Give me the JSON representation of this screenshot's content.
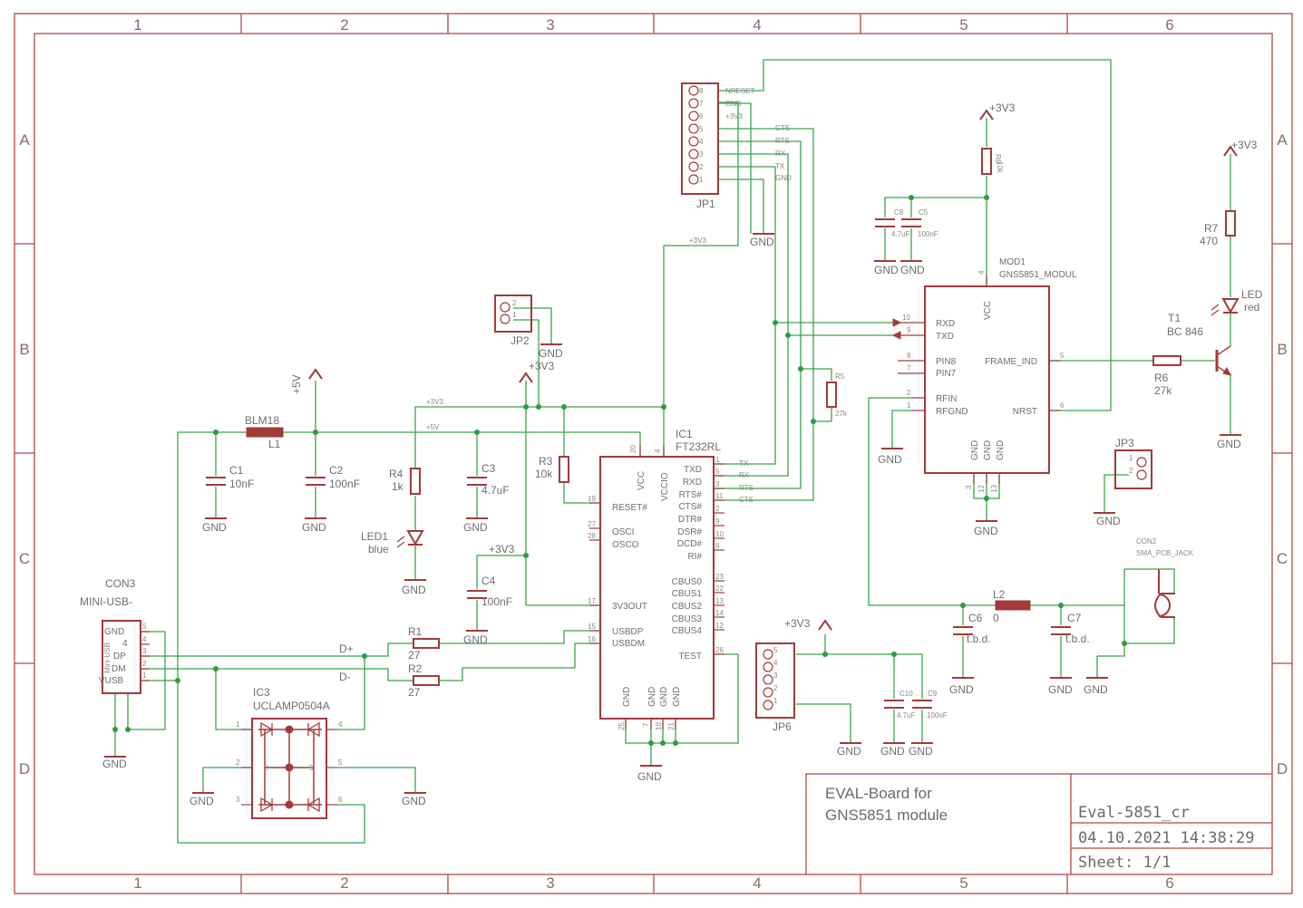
{
  "frame": {
    "columns": [
      "1",
      "2",
      "3",
      "4",
      "5",
      "6"
    ],
    "rows": [
      "A",
      "B",
      "C",
      "D"
    ]
  },
  "title_block": {
    "description_line1": "EVAL-Board for",
    "description_line2": "GNS5851 module",
    "drawing_name": "Eval-5851_cr",
    "date": "04.10.2021 14:38:29",
    "sheet": "Sheet: 1/1"
  },
  "power": {
    "plus_3v3": "+3V3",
    "plus_5v": "+5V",
    "gnd": "GND"
  },
  "components": {
    "jp1": {
      "ref": "JP1",
      "pins": [
        "8",
        "7",
        "6",
        "5",
        "4",
        "3",
        "2",
        "1"
      ],
      "nets": [
        "NRESET",
        "GND",
        "+3V3",
        "CTS",
        "RTS",
        "RX",
        "TX",
        "GND"
      ]
    },
    "jp2": {
      "ref": "JP2",
      "pins": [
        "2",
        "1"
      ]
    },
    "jp3": {
      "ref": "JP3",
      "pins": [
        "1",
        "2"
      ]
    },
    "jp6": {
      "ref": "JP6",
      "pins": [
        "5",
        "4",
        "3",
        "2",
        "1"
      ]
    },
    "l1": {
      "ref": "L1",
      "value": "BLM18"
    },
    "l2": {
      "ref": "L2",
      "value": "0"
    },
    "c1": {
      "ref": "C1",
      "value": "10nF"
    },
    "c2": {
      "ref": "C2",
      "value": "100nF"
    },
    "c3": {
      "ref": "C3",
      "value": "4.7uF"
    },
    "c4": {
      "ref": "C4",
      "value": "100nF"
    },
    "c5": {
      "ref": "C5",
      "value": "100nF"
    },
    "c6": {
      "ref": "C6",
      "value": "t.b.d."
    },
    "c7": {
      "ref": "C7",
      "value": "t.b.d."
    },
    "c8": {
      "ref": "C8",
      "value": "4.7uF"
    },
    "c9": {
      "ref": "C9",
      "value": "100nF"
    },
    "c10": {
      "ref": "C10",
      "value": "4.7uF"
    },
    "r1": {
      "ref": "R1",
      "value": "27"
    },
    "r2": {
      "ref": "R2",
      "value": "27"
    },
    "r3": {
      "ref": "R3",
      "value": "10k"
    },
    "r4": {
      "ref": "R4",
      "value": "1k"
    },
    "r5": {
      "ref": "R5",
      "value": "27k"
    },
    "r6": {
      "ref": "R6",
      "value": "27k"
    },
    "r7": {
      "ref": "R7",
      "value": "470"
    },
    "r8": {
      "ref": "R8",
      "value": "10k"
    },
    "led1": {
      "ref": "LED1",
      "value": "blue"
    },
    "led2": {
      "ref": "LED",
      "value": "red"
    },
    "t1": {
      "ref": "T1",
      "value": "BC 846"
    },
    "con3": {
      "ref": "CON3",
      "value": "MINI-USB-",
      "body": "Mini-USB",
      "pins": [
        "GND",
        "4",
        "DP",
        "DM",
        "VUSB"
      ],
      "nums": [
        "5",
        "4",
        "3",
        "2",
        "1"
      ]
    },
    "con2": {
      "ref": "CON2",
      "value": "SMA_PCB_JACK"
    },
    "ic3": {
      "ref": "IC3",
      "value": "UCLAMP0504A",
      "pins": [
        "1",
        "2",
        "3",
        "4",
        "5",
        "6"
      ]
    },
    "ic1": {
      "ref": "IC1",
      "value": "FT232RL",
      "top_pins": [
        "VCC",
        "VCCIO"
      ],
      "left_pins": [
        "RESET#",
        "OSCI",
        "OSCO",
        "3V3OUT",
        "USBDP",
        "USBDM"
      ],
      "right_pins": [
        "TXD",
        "RXD",
        "RTS#",
        "CTS#",
        "DTR#",
        "DSR#",
        "DCD#",
        "RI#",
        "CBUS0",
        "CBUS1",
        "CBUS2",
        "CBUS3",
        "CBUS4",
        "TEST"
      ],
      "bottom_pins": [
        "GND",
        "GND",
        "GND",
        "GND"
      ],
      "pin_numbers": {
        "vcc": "20",
        "vccio": "4",
        "reset": "19",
        "osci": "27",
        "osco": "28",
        "v3out": "17",
        "usbdp": "15",
        "usbdm": "16",
        "txd": "1",
        "rxd": "5",
        "rts": "3",
        "cts": "11",
        "dtr": "2",
        "dsr": "9",
        "dcd": "10",
        "ri": "6",
        "cbus0": "23",
        "cbus1": "22",
        "cbus2": "13",
        "cbus3": "14",
        "cbus4": "12",
        "test": "26",
        "gnd_a": "25",
        "gnd_b": "7",
        "gnd_c": "18",
        "gnd_d": "21"
      },
      "net_labels": [
        "TX",
        "RX",
        "RTS",
        "CTS"
      ]
    },
    "mod1": {
      "ref": "MOD1",
      "value": "GNS5851_MODUL",
      "left_pins": [
        "RXD",
        "TXD",
        "PIN8",
        "PIN7",
        "RFIN",
        "RFGND"
      ],
      "right_pins": [
        "FRAME_IND",
        "NRST"
      ],
      "top_pin": "VCC",
      "bottom_pins": [
        "GND",
        "GND",
        "GND"
      ],
      "pin_numbers": {
        "vcc": "4",
        "rxd": "10",
        "txd": "9",
        "pin8": "8",
        "pin7": "7",
        "rfin": "2",
        "rfgnd": "1",
        "frame": "5",
        "nrst": "6",
        "gnd_a": "3",
        "gnd_b": "12",
        "gnd_c": "13"
      }
    }
  },
  "nets": {
    "dplus": "D+",
    "dminus": "D-",
    "small_3v3": "+3V3",
    "small_5v": "+5V"
  }
}
